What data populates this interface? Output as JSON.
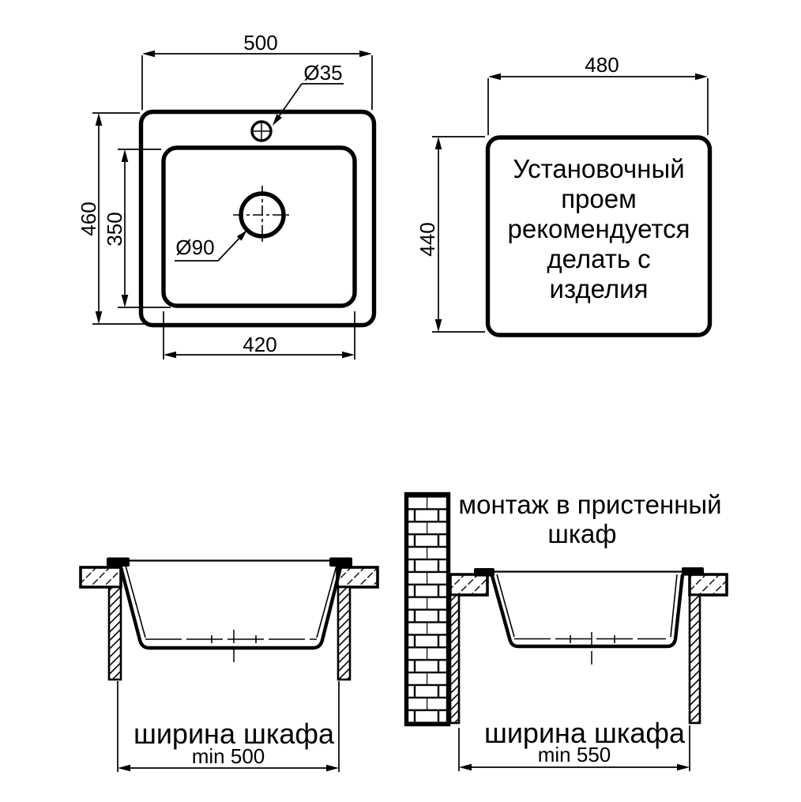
{
  "drawing": {
    "top_view": {
      "overall_width": "500",
      "overall_depth": "460",
      "bowl_depth": "350",
      "bowl_width": "420",
      "faucet_hole": "Ø35",
      "drain_hole": "Ø90"
    },
    "install_opening": {
      "width": "480",
      "height": "440",
      "note_lines": [
        "Установочный",
        "проем",
        "рекомендуется",
        "делать с",
        "изделия"
      ]
    },
    "cabinet_mount": {
      "caption": "ширина шкафа",
      "min_width": "min 500"
    },
    "wall_cabinet_mount": {
      "title_lines": [
        "монтаж в пристенный",
        "шкаф"
      ],
      "caption": "ширина шкафа",
      "min_width": "min 550"
    }
  },
  "colors": {
    "line": "#000000",
    "background": "#ffffff"
  }
}
